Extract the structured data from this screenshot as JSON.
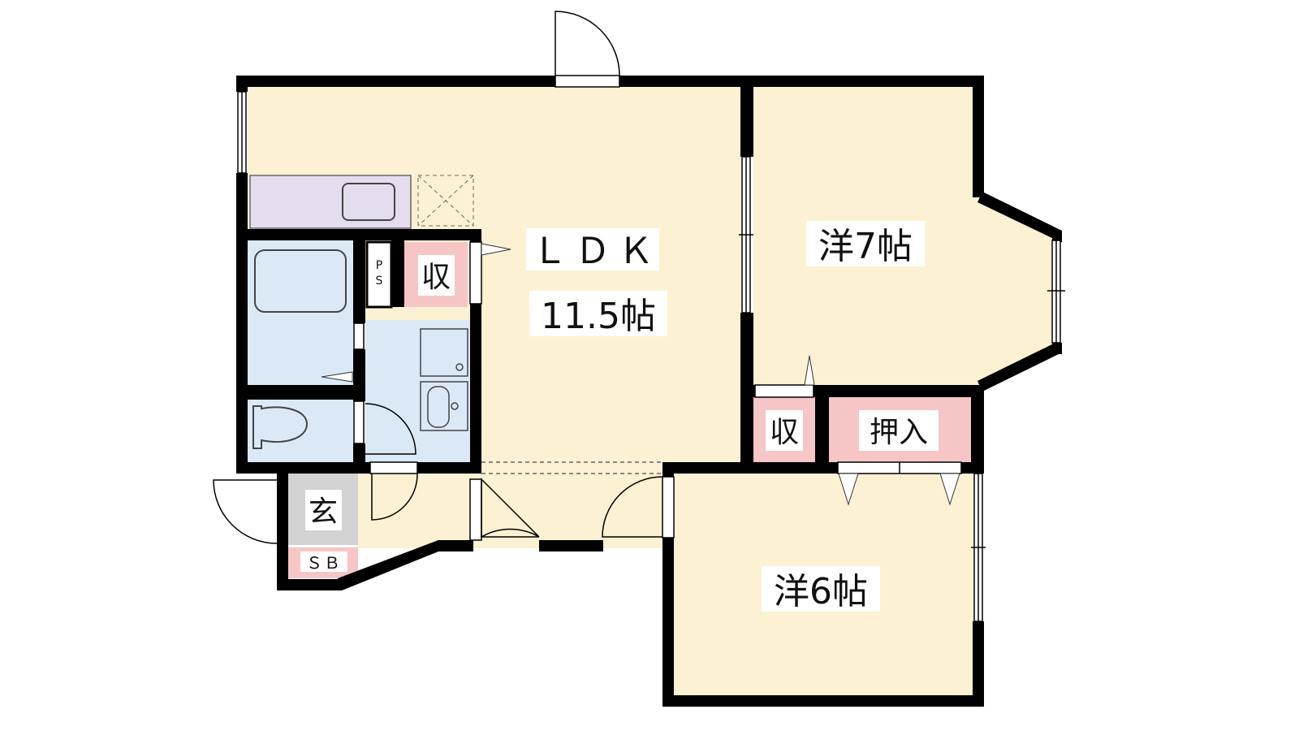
{
  "floorplan": {
    "colors": {
      "floor": "#fcf1d2",
      "storage": "#f6c6c6",
      "wet_area": "#dbe9f7",
      "kitchen": "#e6dcf0",
      "entrance": "#d2d2d2",
      "wall": "#000000"
    },
    "rooms": {
      "ldk_name": "ＬＤＫ",
      "ldk_size": "11.5帖",
      "western_7": "洋7帖",
      "western_6": "洋6帖",
      "storage_ldk": "収",
      "storage_7": "収",
      "closet": "押入",
      "entrance": "玄",
      "shoe_box": "ＳＢ",
      "pipe_space_1": "P",
      "pipe_space_2": "S"
    }
  }
}
